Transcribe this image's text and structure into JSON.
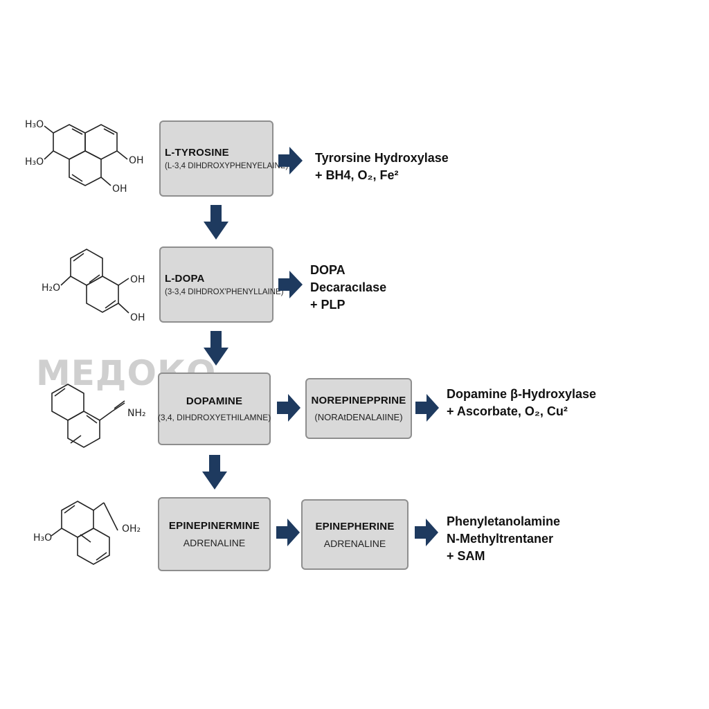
{
  "colors": {
    "arrow": "#1e3a5f",
    "box_fill": "#d9d9d9",
    "box_border": "#8e8e8e",
    "watermark": "#cfcfcf",
    "watermark_accent": "#7fd0d8",
    "heart": "#f28b9a"
  },
  "watermark": "МЕДОКО",
  "steps": [
    {
      "title": "L-TYROSINE",
      "subtitle": "(L-3,4 DIHDROXYPHENYELAINE)"
    },
    {
      "title": "L-DOPA",
      "subtitle": "(3-3,4 DIHDROX'PHENYLLAINE)"
    },
    {
      "title": "DOPAMINE",
      "subtitle": "(3,4, DIHDROXYETHILAMNE)"
    },
    {
      "title": "NOREPINEPPRINE",
      "subtitle": "(NORAtDENALAIINE)"
    },
    {
      "title": "EPINEPINERMINE",
      "subtitle": "ADRENALINE"
    },
    {
      "title": "EPINEPHERINE",
      "subtitle": "ADRENALINE"
    }
  ],
  "enzymes": [
    [
      "Tyrorsine Hydroxylase",
      "+ BH4, O₂, Fe²"
    ],
    [
      "DOPA",
      "Decaracιlase",
      "+ PLP"
    ],
    [
      "Dopamine β-Hydroxylase",
      "+ Ascorbate, O₂, Cu²"
    ],
    [
      "Phenyletanolamine",
      "N-Methyltrentaner",
      "+ SAM"
    ]
  ],
  "molecules": [
    {
      "icon": "tyrosine-structure-icon",
      "labels": [
        "H₃O",
        "H₃O",
        "OH",
        "OH"
      ]
    },
    {
      "icon": "l-dopa-structure-icon",
      "labels": [
        "H₂O",
        "OH",
        "OH"
      ]
    },
    {
      "icon": "dopamine-structure-icon",
      "labels": [
        "NH₂"
      ]
    },
    {
      "icon": "epinephrine-structure-icon",
      "labels": [
        "H₃O",
        "OH₂"
      ]
    }
  ]
}
